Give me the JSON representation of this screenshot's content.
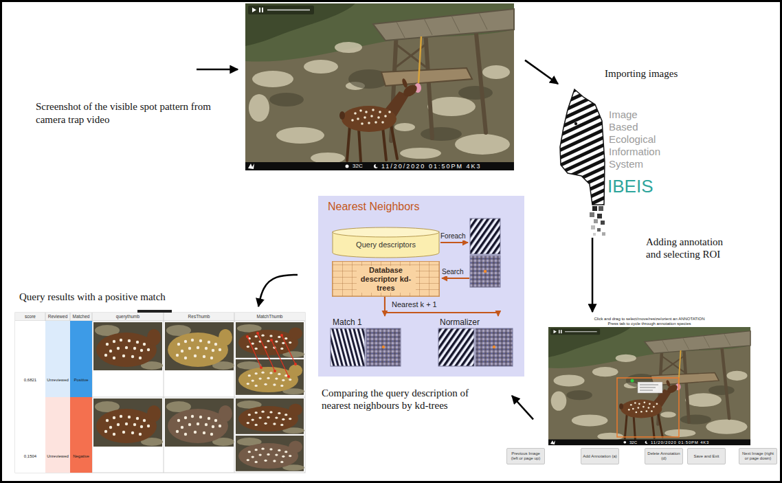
{
  "diagram": {
    "nodes": [
      {
        "text": [
          "32C",
          "11/20/2020 01:50PM 4K3"
        ]
      },
      {
        "text": [
          "Image Based Ecological Information System",
          "IBEIS"
        ]
      },
      {
        "text": [
          "Nearest Neighbors"
        ]
      },
      {
        "text": [
          "Query descriptors"
        ],
        "in": 2
      },
      {
        "text": [
          "Database descriptor kd-trees"
        ],
        "in": 2
      },
      {
        "text": [
          "Match 1"
        ],
        "in": 2
      },
      {
        "text": [
          "Normalizer"
        ],
        "in": 2
      },
      {
        "text": [
          "Click and drag to select/move/resize/orient an ANNOTATION",
          "Press tab to cycle through annotation species",
          "32C",
          "11/20/2020 01:50PM 4K3"
        ]
      },
      {
        "text": [
          "Previous Image (left or page up)"
        ]
      },
      {
        "text": [
          "Add Annotation (a)"
        ]
      },
      {
        "text": [
          "Delete Annotation (d)"
        ]
      },
      {
        "text": [
          "Save and Exit"
        ]
      },
      {
        "text": [
          "Next Image (right or page down)"
        ]
      },
      {
        "text": [
          "score",
          "Reviewed",
          "Matched",
          "querythumb",
          "ResThumb",
          "MatchThumb",
          "0,6821",
          "Unreviewed",
          "Positive",
          "0,1504",
          "Unreviewed",
          "Negative"
        ]
      }
    ],
    "edges": [
      {
        "from": 0,
        "to": 1,
        "arrow": "to",
        "label": "Importing images"
      },
      {
        "from": 1,
        "to": 7,
        "arrow": "to",
        "label": "Adding annotation and selecting ROI"
      },
      {
        "from": 7,
        "to": 2,
        "arrow": "to",
        "label": "Comparing the query description of nearest neighbours by kd-trees"
      },
      {
        "from": 2,
        "to": 13,
        "arrow": "to",
        "label": "Query results with a positive match"
      },
      {
        "from": 4,
        "to": 5,
        "arrow": "to"
      },
      {
        "from": 4,
        "to": 6,
        "arrow": "to",
        "label": "Nearest k + 1"
      }
    ],
    "labels": [
      "Screenshot of the visible spot pattern from camera trap video",
      "Foreach",
      "Search"
    ]
  }
}
